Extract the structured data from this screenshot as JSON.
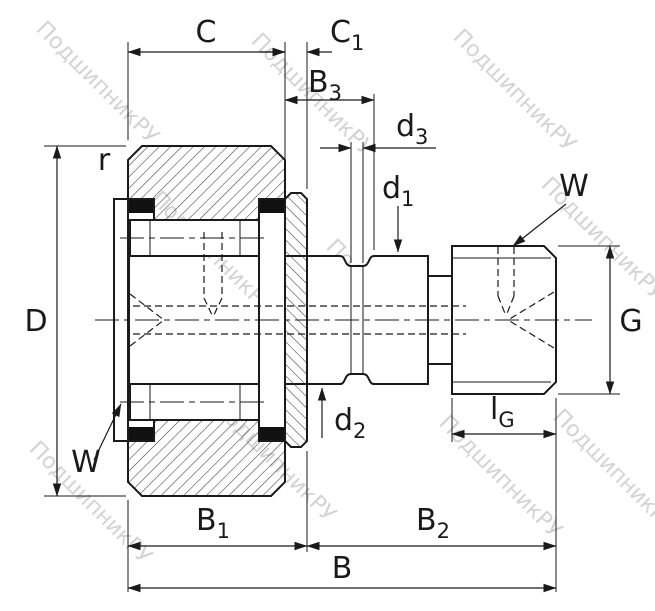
{
  "watermark": {
    "text": "ПодшипникРУ"
  },
  "labels": {
    "C": "C",
    "C1": {
      "main": "C",
      "sub": "1"
    },
    "B3": {
      "main": "B",
      "sub": "3"
    },
    "d3": {
      "main": "d",
      "sub": "3"
    },
    "d1": {
      "main": "d",
      "sub": "1"
    },
    "d2": {
      "main": "d",
      "sub": "2"
    },
    "r": "r",
    "D": "D",
    "W_top": "W",
    "W_side": "W",
    "G": "G",
    "lG": {
      "main": "l",
      "sub": "G"
    },
    "B1": {
      "main": "B",
      "sub": "1"
    },
    "B2": {
      "main": "B",
      "sub": "2"
    },
    "B": "B"
  },
  "colors": {
    "outline": "#1a1a1a",
    "dim": "#1a1a1a",
    "hatch": "#3c3c3c",
    "seal": "#111111",
    "watermark": "#bdbdbd",
    "background": "#ffffff"
  }
}
